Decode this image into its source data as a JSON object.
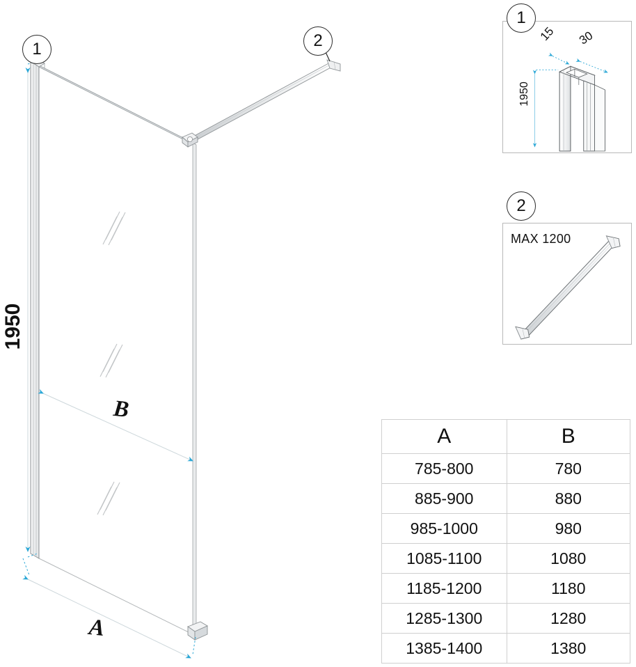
{
  "drawing": {
    "title_dimension_height": "1950",
    "dimension_labels": {
      "height": "1950",
      "width_bottom": "A",
      "width_glass": "B"
    },
    "callouts": [
      {
        "id": "1",
        "label": "1",
        "target": "wall-profile"
      },
      {
        "id": "2",
        "label": "2",
        "target": "support-bar"
      }
    ]
  },
  "details": {
    "one": {
      "callout_label": "1",
      "dim_15": "15",
      "dim_30": "30",
      "dim_height": "1950"
    },
    "two": {
      "callout_label": "2",
      "max_label": "MAX 1200"
    }
  },
  "table": {
    "headers": [
      "A",
      "B"
    ],
    "rows": [
      {
        "a": "785-800",
        "b": "780"
      },
      {
        "a": "885-900",
        "b": "880"
      },
      {
        "a": "985-1000",
        "b": "980"
      },
      {
        "a": "1085-1100",
        "b": "1080"
      },
      {
        "a": "1185-1200",
        "b": "1180"
      },
      {
        "a": "1285-1300",
        "b": "1280"
      },
      {
        "a": "1385-1400",
        "b": "1380"
      }
    ]
  },
  "colors": {
    "dimension_arrow": "#2aa7d6",
    "line": "#8a8a8a",
    "glass_edge": "#b8bcbe",
    "text": "#111111",
    "table_border": "#cfcfcf"
  }
}
